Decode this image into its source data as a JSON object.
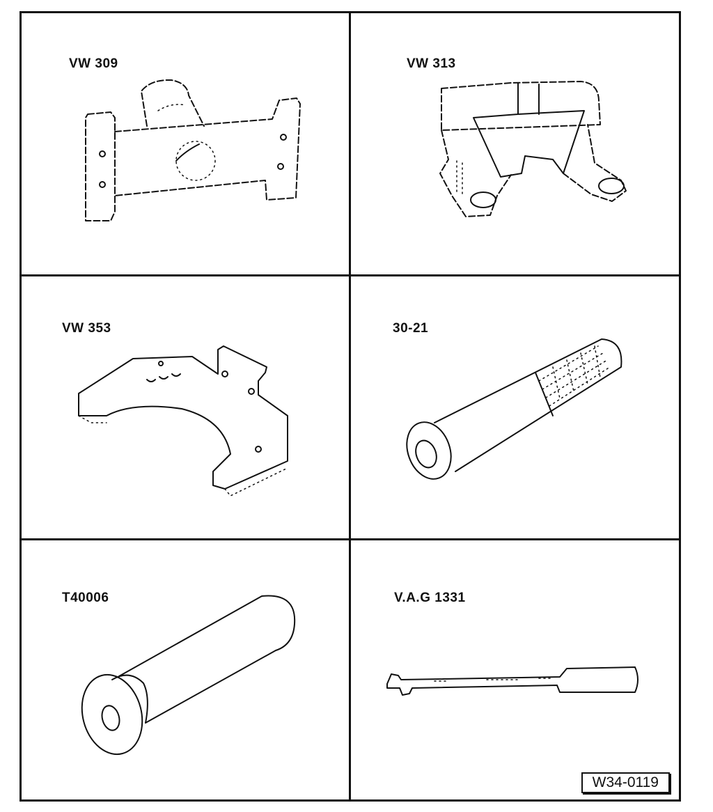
{
  "tools": [
    {
      "label": "VW 309"
    },
    {
      "label": "VW 313"
    },
    {
      "label": "VW 353"
    },
    {
      "label": "30-21"
    },
    {
      "label": "T40006"
    },
    {
      "label": "V.A.G 1331"
    }
  ],
  "figure_reference": "W34-0119"
}
